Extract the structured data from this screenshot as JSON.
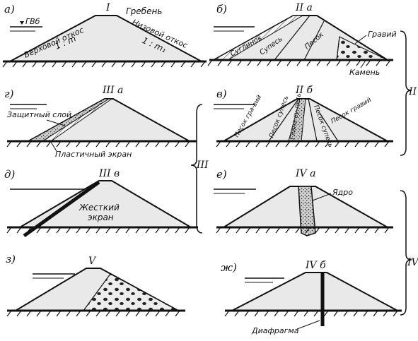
{
  "labels": {
    "a": "а)",
    "b": "б)",
    "g": "г)",
    "v": "в)",
    "d": "д)",
    "e": "е)",
    "z": "з)",
    "zh": "ж)"
  },
  "type_names": {
    "a": "I",
    "b": "II а",
    "g": "III а",
    "v": "II б",
    "d": "III в",
    "e": "IV а",
    "z": "V",
    "zh": "IV б"
  },
  "group_labels": {
    "right_top": "II",
    "left_mid": "III",
    "right_bottom": "IV"
  },
  "annotations": {
    "gvb": "ГВб",
    "crest": "Гребень",
    "upstream_slope": "Верховой откос",
    "upstream_ratio": "1 : m",
    "downstream_slope": "Низовой откос",
    "downstream_ratio": "1 : m₁",
    "loam": "Суглинок",
    "sandy_loam_b": "Супесь",
    "sand_b": "Песок",
    "gravel": "Гравий",
    "stone": "Камень",
    "protective_layer": "Защитный слой",
    "plastic_screen": "Пластичный экран",
    "vb_sand_gravel": "Песок гра-вий",
    "vb_sand_loam": "Песок супесь",
    "vb_clay_loam": "Глина су-песь",
    "vb_sand_loam2": "Песок супесь",
    "vb_sand_gravel2": "Песок гравий",
    "rigid_screen": "Жесткий экран",
    "core": "Ядро",
    "diaphragm": "Диафрагма"
  }
}
